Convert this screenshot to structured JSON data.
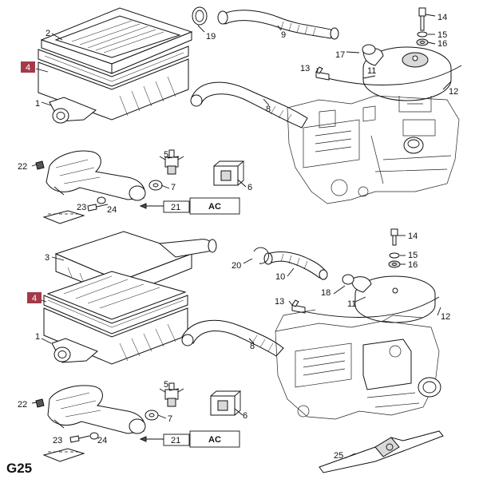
{
  "sheet_code": "G25",
  "highlight_color": "#a33a4a",
  "panel_top": {
    "labels": {
      "l1": "1",
      "l2": "2",
      "l4": "4",
      "l5": "5",
      "l6": "6",
      "l7": "7",
      "l8": "8",
      "l9": "9",
      "l11": "11",
      "l12": "12",
      "l13": "13",
      "l14": "14",
      "l15": "15",
      "l16": "16",
      "l17": "17",
      "l19": "19",
      "l21": "21",
      "l22": "22",
      "l23": "23",
      "l24": "24"
    },
    "ac_box": "AC"
  },
  "panel_bottom": {
    "labels": {
      "l1": "1",
      "l3": "3",
      "l4": "4",
      "l5": "5",
      "l6": "6",
      "l7": "7",
      "l8": "8",
      "l10": "10",
      "l11": "11",
      "l12": "12",
      "l13": "13",
      "l14": "14",
      "l15": "15",
      "l16": "16",
      "l18": "18",
      "l20": "20",
      "l21": "21",
      "l22": "22",
      "l23": "23",
      "l24": "24",
      "l25": "25"
    },
    "ac_box": "AC"
  }
}
